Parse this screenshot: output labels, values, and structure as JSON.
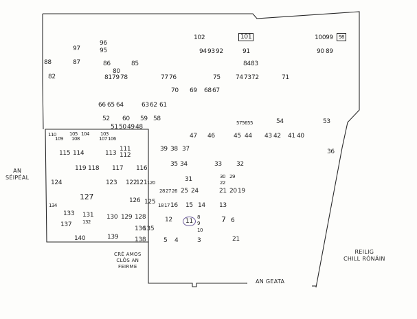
{
  "places": {
    "left_label_1": "AN",
    "left_label_2": "SÉIPÉAL",
    "right_label_1": "REILIG",
    "right_label_2": "CHILL RÓNÁIN",
    "gate_label": "AN GEATA",
    "cross_label_1": "CRÉ AMOS",
    "cross_label_2": "CLÓS AN",
    "cross_label_3": "FEIRME"
  },
  "plots": [
    {
      "n": "102"
    },
    {
      "n": "101"
    },
    {
      "n": "100"
    },
    {
      "n": "99"
    },
    {
      "n": "98"
    },
    {
      "n": "97"
    },
    {
      "n": "96"
    },
    {
      "n": "95"
    },
    {
      "n": "94"
    },
    {
      "n": "93"
    },
    {
      "n": "92"
    },
    {
      "n": "91"
    },
    {
      "n": "90"
    },
    {
      "n": "89"
    },
    {
      "n": "88"
    },
    {
      "n": "87"
    },
    {
      "n": "86"
    },
    {
      "n": "85"
    },
    {
      "n": "84"
    },
    {
      "n": "83"
    },
    {
      "n": "82"
    },
    {
      "n": "80"
    },
    {
      "n": "81"
    },
    {
      "n": "79"
    },
    {
      "n": "78"
    },
    {
      "n": "77"
    },
    {
      "n": "76"
    },
    {
      "n": "75"
    },
    {
      "n": "74"
    },
    {
      "n": "73"
    },
    {
      "n": "72"
    },
    {
      "n": "71"
    },
    {
      "n": "70"
    },
    {
      "n": "69"
    },
    {
      "n": "68"
    },
    {
      "n": "67"
    },
    {
      "n": "66"
    },
    {
      "n": "65"
    },
    {
      "n": "64"
    },
    {
      "n": "63"
    },
    {
      "n": "62"
    },
    {
      "n": "61"
    },
    {
      "n": "52"
    },
    {
      "n": "60"
    },
    {
      "n": "59"
    },
    {
      "n": "58"
    },
    {
      "n": "51"
    },
    {
      "n": "50"
    },
    {
      "n": "49"
    },
    {
      "n": "48"
    },
    {
      "n": "57"
    },
    {
      "n": "56"
    },
    {
      "n": "55"
    },
    {
      "n": "54"
    },
    {
      "n": "53"
    },
    {
      "n": "47"
    },
    {
      "n": "46"
    },
    {
      "n": "45"
    },
    {
      "n": "44"
    },
    {
      "n": "43"
    },
    {
      "n": "42"
    },
    {
      "n": "41"
    },
    {
      "n": "40"
    },
    {
      "n": "110"
    },
    {
      "n": "109"
    },
    {
      "n": "108"
    },
    {
      "n": "105"
    },
    {
      "n": "104"
    },
    {
      "n": "103"
    },
    {
      "n": "107"
    },
    {
      "n": "106"
    },
    {
      "n": "115"
    },
    {
      "n": "114"
    },
    {
      "n": "113"
    },
    {
      "n": "111"
    },
    {
      "n": "112"
    },
    {
      "n": "39"
    },
    {
      "n": "38"
    },
    {
      "n": "37"
    },
    {
      "n": "36"
    },
    {
      "n": "119"
    },
    {
      "n": "118"
    },
    {
      "n": "117"
    },
    {
      "n": "116"
    },
    {
      "n": "35"
    },
    {
      "n": "34"
    },
    {
      "n": "33"
    },
    {
      "n": "32"
    },
    {
      "n": "124"
    },
    {
      "n": "123"
    },
    {
      "n": "122"
    },
    {
      "n": "121"
    },
    {
      "n": "120"
    },
    {
      "n": "31"
    },
    {
      "n": "30"
    },
    {
      "n": "29"
    },
    {
      "n": "22"
    },
    {
      "n": "28"
    },
    {
      "n": "27"
    },
    {
      "n": "26"
    },
    {
      "n": "25"
    },
    {
      "n": "24"
    },
    {
      "n": "21"
    },
    {
      "n": "20"
    },
    {
      "n": "19"
    },
    {
      "n": "127"
    },
    {
      "n": "126"
    },
    {
      "n": "125"
    },
    {
      "n": "134"
    },
    {
      "n": "18"
    },
    {
      "n": "17"
    },
    {
      "n": "16"
    },
    {
      "n": "15"
    },
    {
      "n": "14"
    },
    {
      "n": "13"
    },
    {
      "n": "133"
    },
    {
      "n": "131"
    },
    {
      "n": "132"
    },
    {
      "n": "130"
    },
    {
      "n": "129"
    },
    {
      "n": "128"
    },
    {
      "n": "137"
    },
    {
      "n": "136"
    },
    {
      "n": "135"
    },
    {
      "n": "12"
    },
    {
      "n": "11"
    },
    {
      "n": "8"
    },
    {
      "n": "9"
    },
    {
      "n": "10"
    },
    {
      "n": "7"
    },
    {
      "n": "6"
    },
    {
      "n": "140"
    },
    {
      "n": "139"
    },
    {
      "n": "138"
    },
    {
      "n": "5"
    },
    {
      "n": "4"
    },
    {
      "n": "3"
    },
    {
      "n": "21"
    }
  ]
}
